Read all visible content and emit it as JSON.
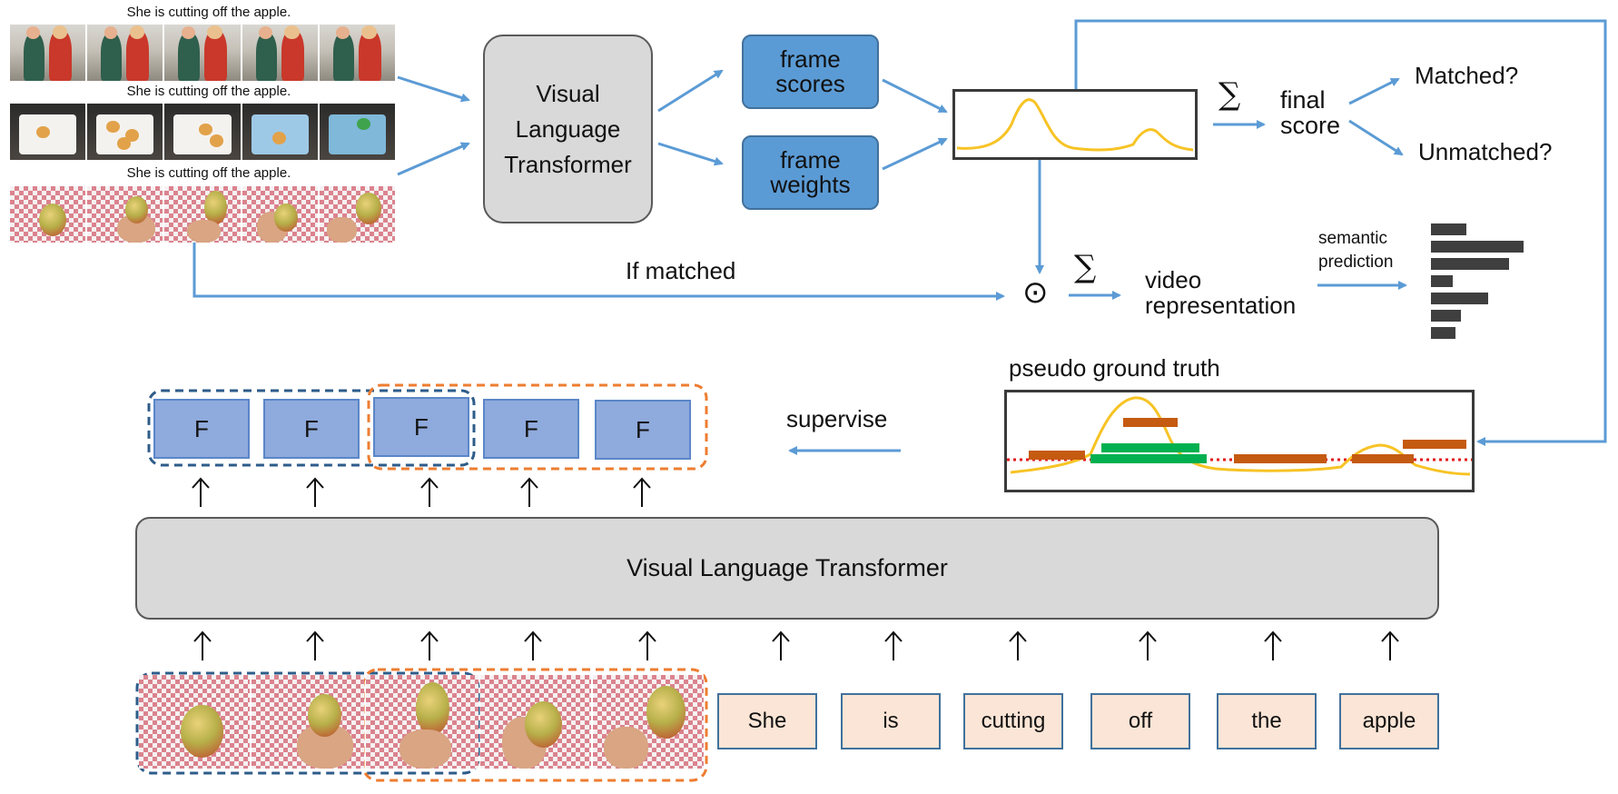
{
  "top_captions": [
    "She is cutting off the apple.",
    "She is cutting off the apple.",
    "She is cutting off the apple."
  ],
  "vlt_top": {
    "line1": "Visual",
    "line2": "Language",
    "line3": "Transformer"
  },
  "frame_scores": {
    "line1": "frame",
    "line2": "scores"
  },
  "frame_weights": {
    "line1": "frame",
    "line2": "weights"
  },
  "sum_symbol": "∑",
  "final_score": {
    "line1": "final",
    "line2": "score"
  },
  "matched": "Matched?",
  "unmatched": "Unmatched?",
  "if_matched": "If matched",
  "odot": "⊙",
  "video_representation": {
    "line1": "video",
    "line2": "representation"
  },
  "semantic_prediction": {
    "line1": "semantic",
    "line2": "prediction"
  },
  "pseudo_ground_truth": "pseudo ground truth",
  "supervise": "supervise",
  "f_label": "F",
  "vlt_bottom": "Visual Language Transformer",
  "tokens": [
    "She",
    "is",
    "cutting",
    "off",
    "the",
    "apple"
  ],
  "semantic_bars": [
    0.38,
    1.0,
    0.84,
    0.24,
    0.62,
    0.32,
    0.26
  ],
  "colors": {
    "arrow_blue": "#5b9bd5",
    "curve_yellow": "#f7c325",
    "gt_orange": "#c55a11",
    "gt_green": "#00b050",
    "dashed_blue": "#2e5c8a",
    "dashed_orange": "#ed7d31",
    "dotted_red": "#e31a1c"
  },
  "icons": [
    "down-arrow",
    "up-arrow",
    "right-arrow",
    "sum-symbol",
    "odot-symbol"
  ]
}
